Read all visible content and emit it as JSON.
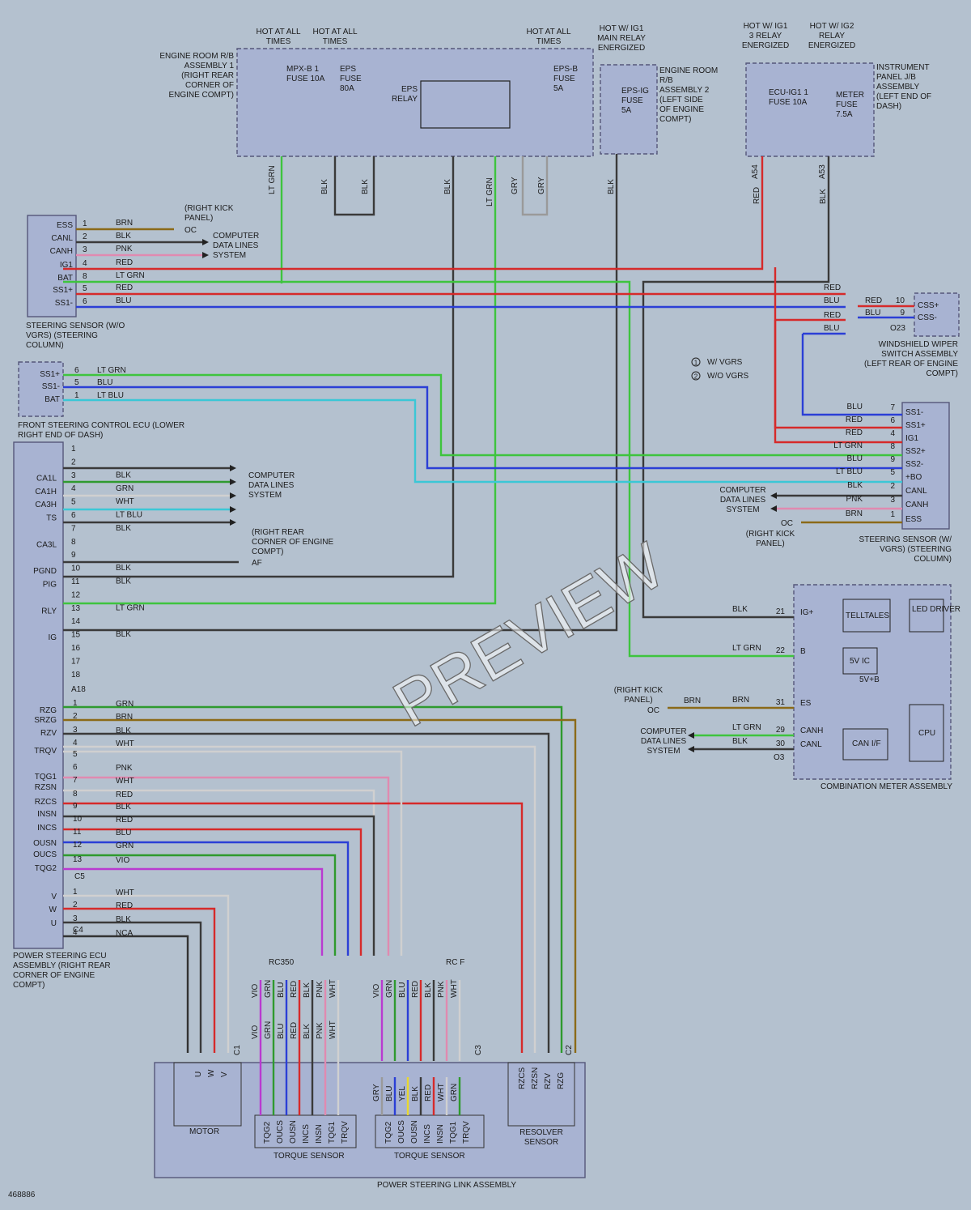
{
  "power": {
    "hot_mpx": "HOT AT ALL TIMES",
    "hot_eps": "HOT AT ALL TIMES",
    "hot_epsb": "HOT AT ALL TIMES",
    "hot_ig1main": "HOT W/ IG1 MAIN RELAY ENERGIZED",
    "hot_ig13": "HOT W/ IG1 3 RELAY ENERGIZED",
    "hot_ig2": "HOT W/ IG2 RELAY ENERGIZED",
    "rb1_label": "ENGINE ROOM R/B ASSEMBLY 1 (RIGHT REAR CORNER OF ENGINE COMPT)",
    "rb2_label": "ENGINE ROOM R/B ASSEMBLY 2 (LEFT SIDE OF ENGINE COMPT)",
    "ip_label": "INSTRUMENT PANEL J/B ASSEMBLY (LEFT END OF DASH)",
    "fuse_mpxb1": "MPX-B 1 FUSE 10A",
    "fuse_eps": "EPS FUSE 80A",
    "eps_relay": "EPS RELAY",
    "fuse_epsb": "EPS-B FUSE 5A",
    "fuse_epsig": "EPS-IG FUSE 5A",
    "fuse_ecuig11": "ECU-IG1 1 FUSE 10A",
    "fuse_meter": "METER FUSE 7.5A",
    "conn_a54": "A54",
    "conn_a53": "A53"
  },
  "components": {
    "steer_wo_label": "STEERING SENSOR (W/O VGRS) (STEERING COLUMN)",
    "steer_wo_pins": [
      "ESS",
      "CANL",
      "CANH",
      "IG1",
      "BAT",
      "SS1+",
      "SS1-"
    ],
    "steer_wo_nums": [
      "1",
      "2",
      "3",
      "4",
      "8",
      "5",
      "6"
    ],
    "steer_wo_colors": [
      "BRN",
      "BLK",
      "PNK",
      "RED",
      "LT GRN",
      "RED",
      "BLU"
    ],
    "kick_label1": "(RIGHT KICK PANEL)",
    "oc": "OC",
    "cdls": "COMPUTER DATA LINES SYSTEM",
    "fsc_label": "FRONT STEERING CONTROL ECU (LOWER RIGHT END OF DASH)",
    "fsc_pins": [
      "SS1+",
      "SS1-",
      "BAT"
    ],
    "fsc_nums": [
      "6",
      "5",
      "1"
    ],
    "fsc_colors": [
      "LT GRN",
      "BLU",
      "LT BLU"
    ],
    "ecu_label": "POWER STEERING ECU ASSEMBLY (RIGHT REAR CORNER OF ENGINE COMPT)",
    "ecu_a_names": [
      "",
      "CA1L",
      "CA1H",
      "CA3H",
      "TS",
      "",
      "CA3L",
      "",
      "PGND",
      "PIG",
      "",
      "RLY",
      "",
      "IG",
      "",
      "",
      "",
      ""
    ],
    "ecu_a_nums": [
      "1",
      "2",
      "3",
      "4",
      "5",
      "6",
      "7",
      "8",
      "9",
      "10",
      "11",
      "12",
      "13",
      "14",
      "15",
      "16",
      "17",
      "18"
    ],
    "ecu_a_colors": [
      "",
      "BLK",
      "GRN",
      "WHT",
      "LT BLU",
      "BLK",
      "",
      "",
      "BLK",
      "BLK",
      "",
      "LT GRN",
      "",
      "BLK",
      "",
      "",
      "",
      ""
    ],
    "conn_a18": "A18",
    "rr_label": "(RIGHT REAR CORNER OF ENGINE COMPT)",
    "af": "AF",
    "ecu_c5_names": [
      "RZG",
      "SRZG",
      "RZV",
      "",
      "TRQV",
      "",
      "TQG1",
      "RZSN",
      "RZCS",
      "INSN",
      "INCS",
      "OUSN",
      "OUCS",
      "TQG2"
    ],
    "ecu_c5_nums": [
      "1",
      "2",
      "3",
      "4",
      "5",
      "6",
      "7",
      "8",
      "9",
      "10",
      "11",
      "12",
      "13"
    ],
    "ecu_c5_colors": [
      "GRN",
      "BRN",
      "BLK",
      "WHT",
      "",
      "PNK",
      "WHT",
      "RED",
      "BLK",
      "RED",
      "BLU",
      "GRN",
      "VIO"
    ],
    "conn_c5": "C5",
    "ecu_c4_names": [
      "V",
      "W",
      "U"
    ],
    "ecu_c4_nums": [
      "1",
      "2",
      "3",
      "4"
    ],
    "ecu_c4_colors": [
      "WHT",
      "RED",
      "BLK",
      "NCA"
    ],
    "conn_c4": "C4",
    "wiper_label": "WINDSHIELD WIPER SWITCH ASSEMBLY (LEFT REAR OF ENGINE COMPT)",
    "wiper_pins": [
      "CSS+",
      "CSS-"
    ],
    "wiper_nums": [
      "10",
      "9"
    ],
    "wiper_colors": [
      "RED",
      "BLU"
    ],
    "conn_o23": "O23",
    "legend1": "W/ VGRS",
    "legend2": "W/O VGRS",
    "steer_w_label": "STEERING SENSOR (W/ VGRS) (STEERING COLUMN)",
    "steer_w_pins": [
      "SS1-",
      "SS1+",
      "IG1",
      "SS2+",
      "SS2-",
      "+BO",
      "CANL",
      "CANH",
      "ESS"
    ],
    "steer_w_nums": [
      "7",
      "6",
      "4",
      "8",
      "9",
      "5",
      "2",
      "3",
      "1"
    ],
    "steer_w_colors": [
      "BLU",
      "RED",
      "RED",
      "LT GRN",
      "BLU",
      "LT BLU",
      "BLK",
      "PNK",
      "BRN"
    ],
    "kick_label2": "(RIGHT KICK PANEL)",
    "meter_label": "COMBINATION METER ASSEMBLY",
    "meter_pins": [
      "IG+",
      "B",
      "ES",
      "CANH",
      "CANL"
    ],
    "meter_nums": [
      "21",
      "22",
      "31",
      "29",
      "30"
    ],
    "meter_colors": [
      "BLK",
      "LT GRN",
      "BRN",
      "LT GRN",
      "BLK"
    ],
    "meter_blocks": [
      "TELLTALES",
      "LED DRIVER",
      "5V IC",
      "5V+B",
      "CPU",
      "CAN I/F"
    ],
    "conn_o3": "O3",
    "kick_label3": "(RIGHT KICK PANEL)",
    "rc350": "RC350",
    "rcf": "RC F",
    "link_label": "POWER STEERING LINK ASSEMBLY",
    "motor_label": "MOTOR",
    "motor_pins": [
      "U",
      "W",
      "V"
    ],
    "torque_label": "TORQUE SENSOR",
    "ts_pins": [
      "TQG2",
      "OUCS",
      "OUSN",
      "INCS",
      "INSN",
      "TQG1",
      "TRQV"
    ],
    "resolver_label": "RESOLVER SENSOR",
    "res_pins": [
      "RZCS",
      "RZSN",
      "RZV",
      "RZG"
    ],
    "conn_c1": "C1",
    "conn_c2": "C2",
    "conn_c3": "C3",
    "figure_id": "468886",
    "watermark": "PREVIEW"
  },
  "wire_colors": {
    "BLK": "#3a3a3a",
    "RED": "#d62a2a",
    "BLU": "#2b3fd6",
    "LT GRN": "#3ec43e",
    "GRN": "#2f9a2f",
    "LT BLU": "#3bc7d6",
    "BRN": "#8b6a18",
    "PNK": "#e08ab0",
    "WHT": "#d0d0d0",
    "VIO": "#b93ad0",
    "GRY": "#9a9a9a",
    "YEL": "#e8d830",
    "NCA": "#333333"
  }
}
